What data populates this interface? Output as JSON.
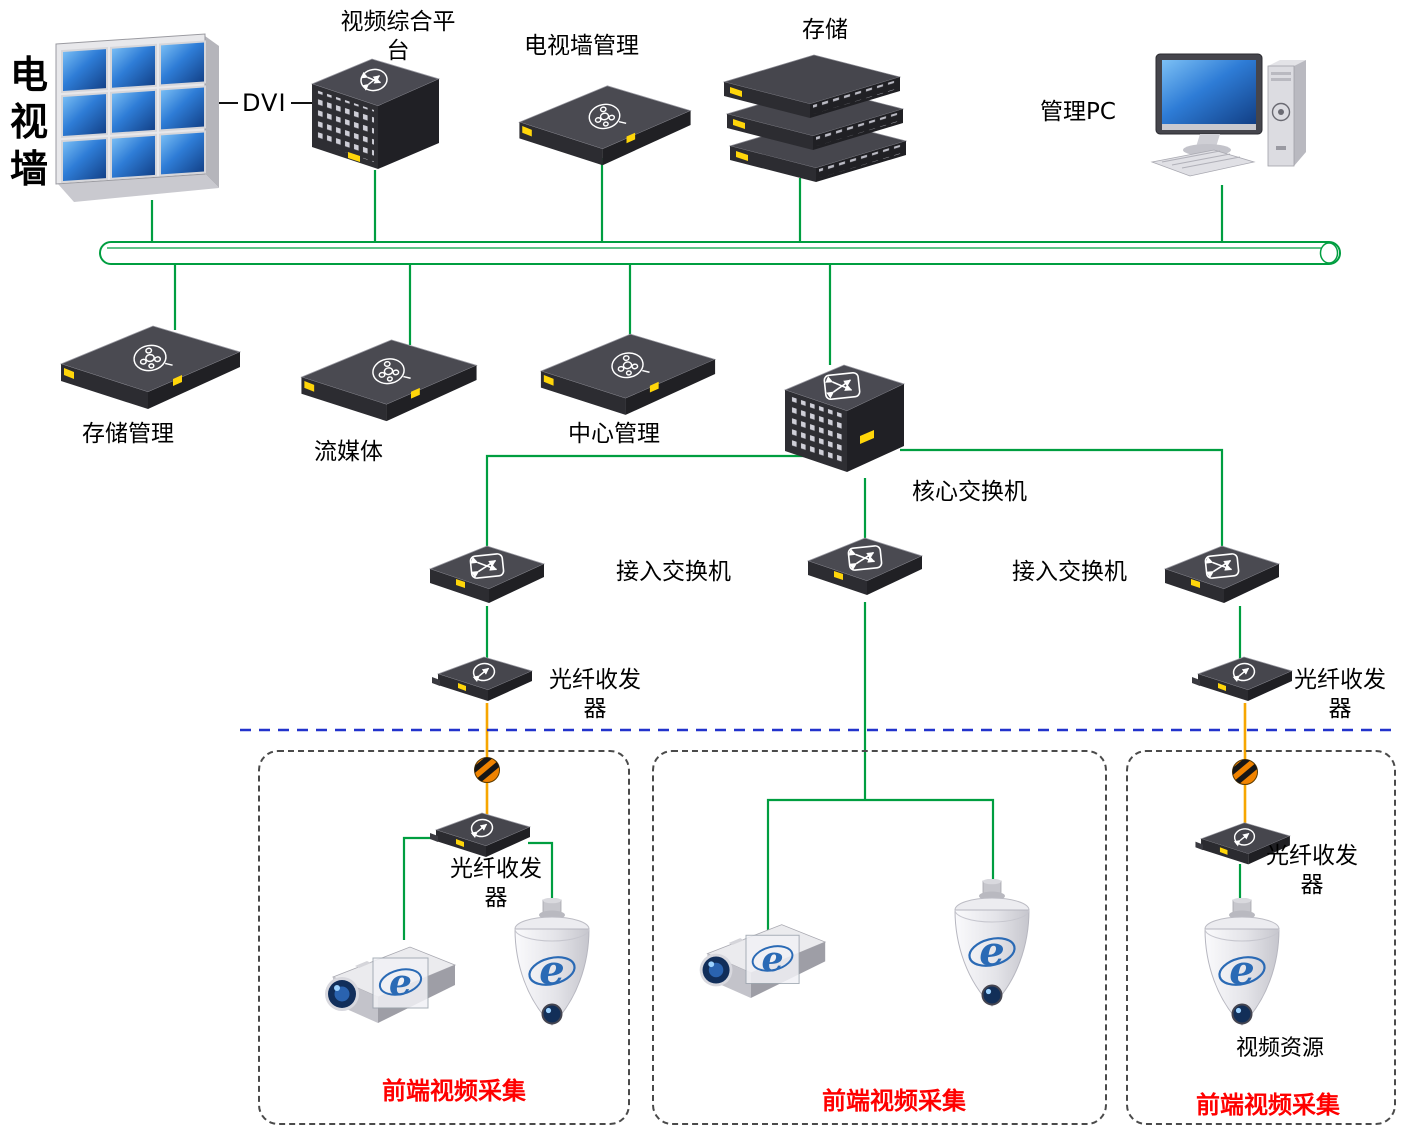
{
  "labels": {
    "tv_wall": "电视墙",
    "dvi": "DVI",
    "video_platform": "视频综合平台",
    "tv_wall_mgmt": "电视墙管理",
    "storage": "存储",
    "mgmt_pc": "管理PC",
    "storage_mgmt": "存储管理",
    "streaming_media": "流媒体",
    "central_mgmt": "中心管理",
    "core_switch": "核心交换机",
    "access_switch": "接入交换机",
    "fiber_transceiver": "光纤收发器",
    "video_resource": "视频资源",
    "front_video_capture": "前端视频采集"
  },
  "icons": {
    "ie_logo": "e"
  },
  "colors": {
    "connection_green": "#009E40",
    "fiber_orange": "#F7A600",
    "boundary_blue": "#2233CC",
    "capture_red": "#FF0000",
    "device_dark": "#46464D",
    "screen_blue": "#2E7CD6"
  }
}
